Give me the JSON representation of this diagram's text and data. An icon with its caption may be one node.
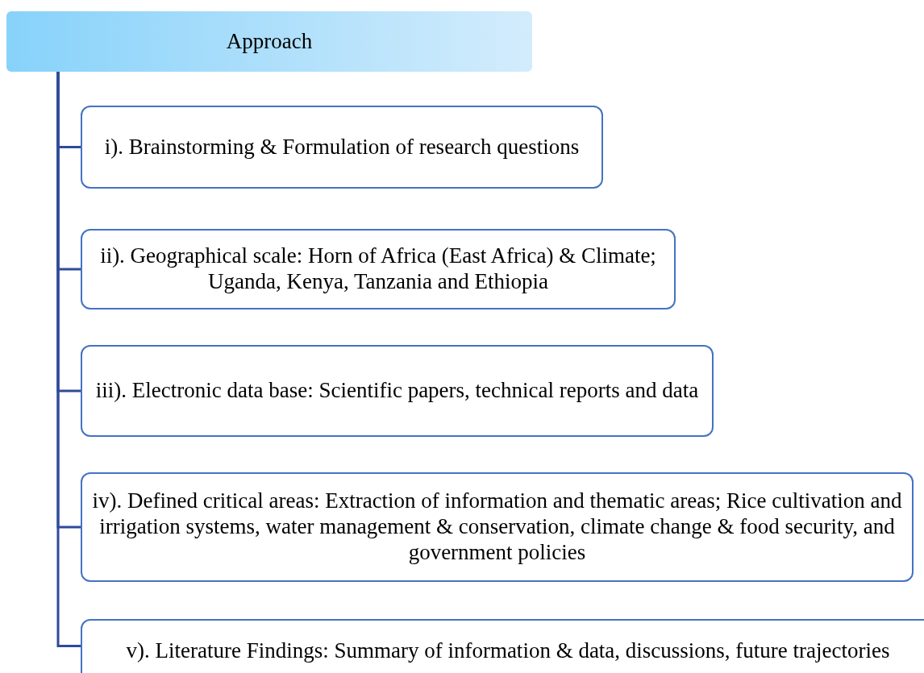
{
  "diagram": {
    "nodes": [
      {
        "text": [
          "Approach"
        ]
      },
      {
        "text": [
          "i). Brainstorming & Formulation of research questions"
        ]
      },
      {
        "text": [
          "ii). Geographical scale: Horn of Africa (East Africa) & Climate; Uganda, Kenya, Tanzania and Ethiopia"
        ]
      },
      {
        "text": [
          "iii). Electronic data base: Scientific papers, technical reports and data"
        ]
      },
      {
        "text": [
          "iv). Defined critical areas: Extraction of information and thematic areas; Rice cultivation and irrigation systems, water management & conservation, climate change & food security, and government policies"
        ]
      },
      {
        "text": [
          "v). Literature Findings: Summary of information & data, discussions, future trajectories"
        ]
      }
    ],
    "edges": [
      {
        "from": 0,
        "to": 1,
        "arrow": "none"
      },
      {
        "from": 0,
        "to": 2,
        "arrow": "none"
      },
      {
        "from": 0,
        "to": 3,
        "arrow": "none"
      },
      {
        "from": 0,
        "to": 4,
        "arrow": "none"
      },
      {
        "from": 0,
        "to": 5,
        "arrow": "none"
      }
    ]
  }
}
